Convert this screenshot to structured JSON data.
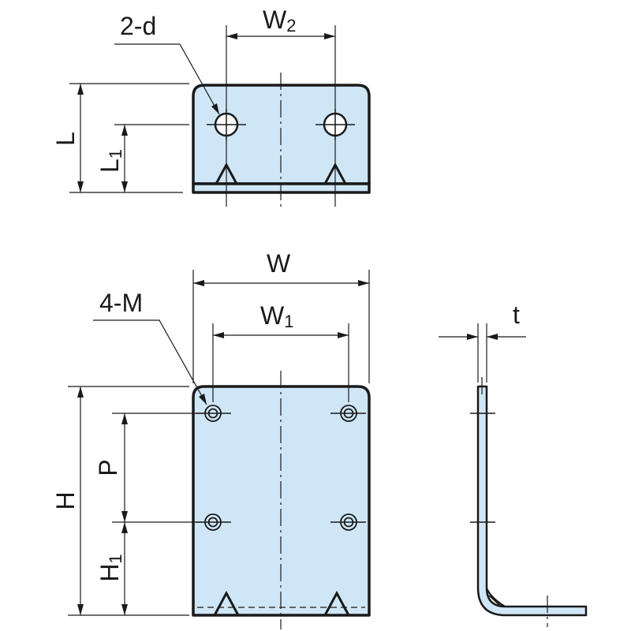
{
  "labels": {
    "holes_top": "2-d",
    "w2": "W",
    "w2_sub": "2",
    "L": "L",
    "L1": "L",
    "L1_sub": "1",
    "W": "W",
    "taps": "4-M",
    "w1": "W",
    "w1_sub": "1",
    "t": "t",
    "P": "P",
    "H": "H",
    "H1": "H",
    "H1_sub": "1"
  },
  "colors": {
    "part_fill": "#cfe6f7",
    "line": "#1a1a1a"
  }
}
